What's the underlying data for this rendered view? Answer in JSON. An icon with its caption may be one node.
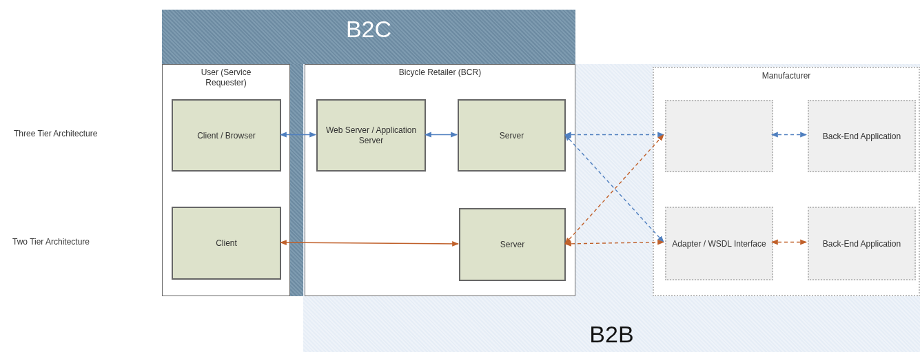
{
  "diagram": {
    "nodes": [
      {
        "text": [
          "B2C"
        ]
      },
      {
        "text": [
          "B2B"
        ]
      },
      {
        "text": [
          "User (Service Requester)"
        ]
      },
      {
        "text": [
          "Client / Browser"
        ],
        "in": 2
      },
      {
        "text": [
          "Client"
        ],
        "in": 2
      },
      {
        "text": [
          "Bicycle Retailer (BCR)"
        ],
        "in": 1
      },
      {
        "text": [
          "Web Server / Application Server"
        ],
        "in": 5
      },
      {
        "text": [
          "Server"
        ],
        "in": 5
      },
      {
        "text": [
          "Server"
        ],
        "in": 5
      },
      {
        "text": [
          "Manufacturer"
        ],
        "in": 1
      },
      {
        "text": [],
        "shape": "box",
        "in": 9
      },
      {
        "text": [
          "Back-End Application"
        ],
        "in": 9
      },
      {
        "text": [
          "Adapter / WSDL Interface"
        ],
        "in": 9
      },
      {
        "text": [
          "Back-End Application"
        ],
        "in": 9
      }
    ],
    "edges": [
      {
        "from": 3,
        "to": 6,
        "arrow": "both"
      },
      {
        "from": 6,
        "to": 7,
        "arrow": "both"
      },
      {
        "from": 7,
        "to": 10,
        "arrow": "both",
        "style": "dashed"
      },
      {
        "from": 10,
        "to": 11,
        "arrow": "both",
        "style": "dashed"
      },
      {
        "from": 7,
        "to": 12,
        "arrow": "both",
        "style": "dashed"
      },
      {
        "from": 4,
        "to": 8,
        "arrow": "both",
        "color": "#c0602a"
      },
      {
        "from": 8,
        "to": 10,
        "arrow": "both",
        "style": "dashed",
        "color": "#c0602a"
      },
      {
        "from": 8,
        "to": 12,
        "arrow": "both",
        "style": "dashed",
        "color": "#c0602a"
      },
      {
        "from": 12,
        "to": 13,
        "arrow": "both",
        "style": "dashed",
        "color": "#c0602a"
      }
    ],
    "labels": [
      "Three Tier Architecture",
      "Two Tier Architecture"
    ]
  }
}
